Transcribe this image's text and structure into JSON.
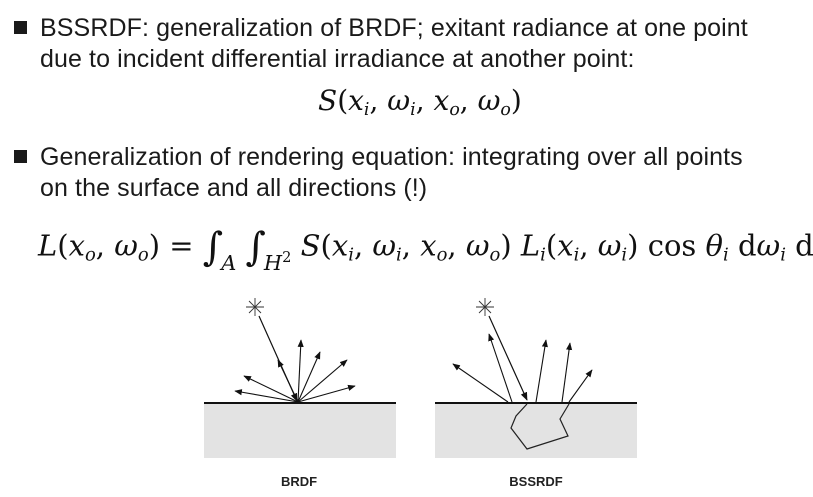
{
  "bullets": [
    {
      "line1": "BSSRDF: generalization of BRDF; exitant radiance at one point",
      "line2": "due to incident differential irradiance at another point:"
    },
    {
      "line1": "Generalization of rendering equation: integrating over all points",
      "line2": "on the surface and all directions (!)"
    }
  ],
  "equations": {
    "bssrdf": {
      "S": "S",
      "open": "(",
      "x": "x",
      "i": "i",
      "omega": "ω",
      "o": "o",
      "comma": ",",
      "close": ")"
    },
    "render": {
      "L": "L",
      "eq": "=",
      "integral": "∫",
      "A": "A",
      "H": "H",
      "two": "2",
      "cos": "cos",
      "theta": "θ",
      "d": "d"
    }
  },
  "diagram": {
    "brdf_label": "BRDF",
    "bssrdf_label": "BSSRDF",
    "surface_color": "#e3e3e3"
  }
}
